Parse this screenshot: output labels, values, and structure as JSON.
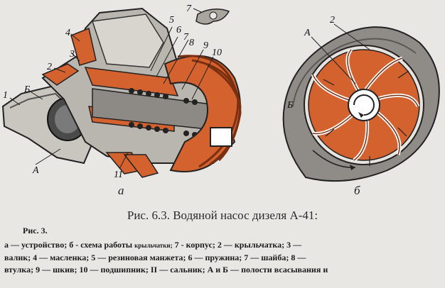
{
  "figure": {
    "pump_labels": {
      "n1": "1",
      "nB": "Б",
      "n2": "2",
      "n3": "3",
      "n4": "4",
      "n5": "5",
      "n6": "6",
      "n7": "7",
      "n8": "8",
      "n9": "9",
      "n10": "10",
      "nA": "А",
      "n11": "11"
    },
    "diagram_labels": {
      "A": "А",
      "n2": "2",
      "B": "Б"
    },
    "washer_label": "7",
    "sub_a": "а",
    "sub_b": "б"
  },
  "caption": "Рис. 6.3. Водяной насос дизеля А-41:",
  "legend": {
    "ris": "Рис. 3.",
    "line1a": "а — устройство; б - схема работы",
    "line1b": "крыльчатки;",
    "line1c": "7 - корпус; 2 — крыльчатка; 3 —",
    "line2": "валик; 4 — масленка; 5 — резиновая манжета; 6 — пружина; 7 — шайба; 8 —",
    "line3": "втулка; 9 — шкив; 10 — подшипник; II — сальник; А и Б — полости всасывания и"
  },
  "colors": {
    "orange": "#d4622e",
    "dark": "#2b2b2b",
    "gray": "#9a9894"
  }
}
